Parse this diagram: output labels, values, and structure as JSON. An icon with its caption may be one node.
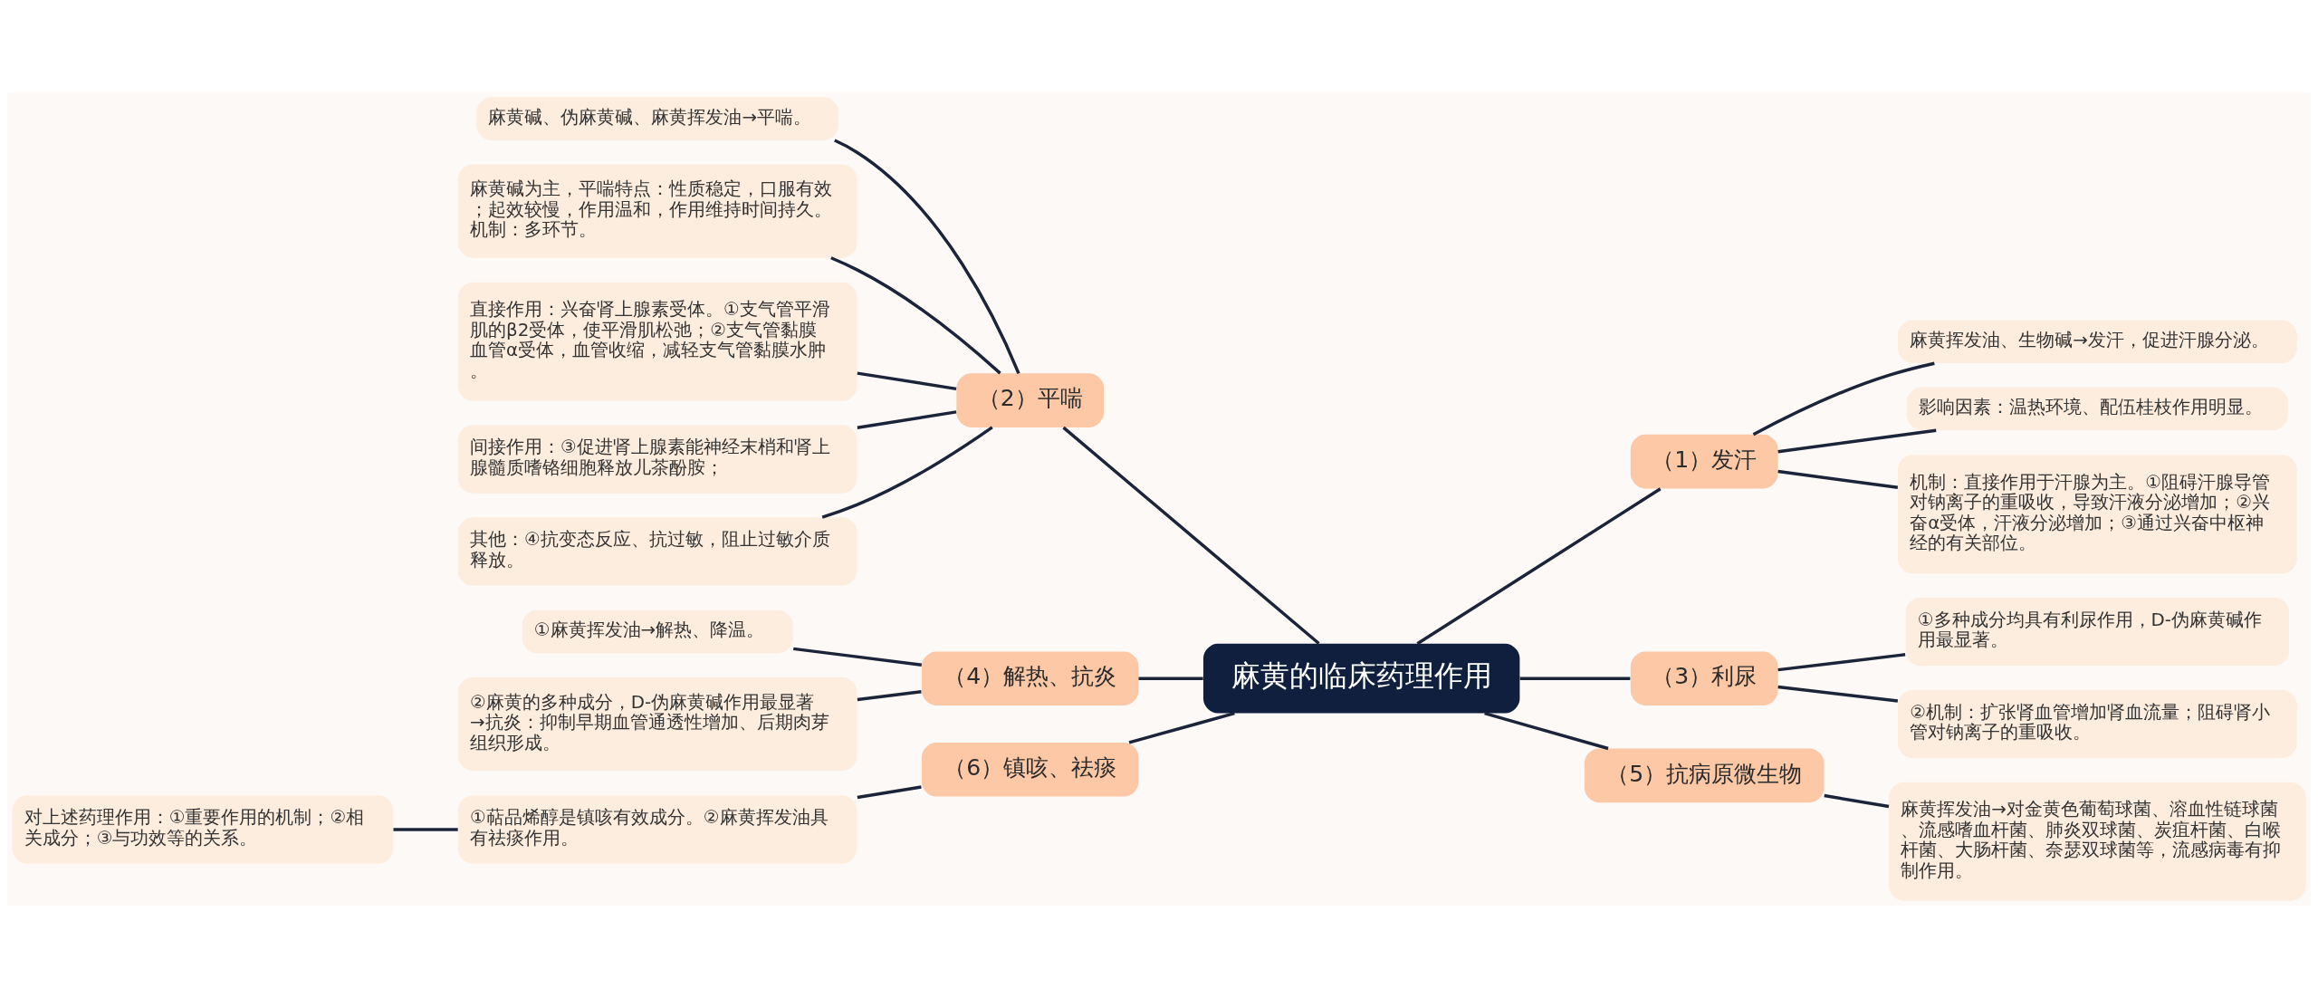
{
  "diagram": {
    "nodes": [
      {
        "text": [
          "麻黄的临床药理作用"
        ]
      },
      {
        "text": [
          "（1）发汗"
        ]
      },
      {
        "text": [
          "麻黄挥发油、生物碱→发汗，促进汗腺分泌。"
        ]
      },
      {
        "text": [
          "影响因素：温热环境、配伍桂枝作用明显。"
        ]
      },
      {
        "text": [
          "机制：直接作用于汗腺为主。①阻碍汗腺导管对钠离子的重吸收，导致汗液分泌增加；②兴奋α受体，汗液分泌增加；③通过兴奋中枢神经的有关部位。"
        ]
      },
      {
        "text": [
          "（2）平喘"
        ]
      },
      {
        "text": [
          "麻黄碱、伪麻黄碱、麻黄挥发油→平喘。"
        ]
      },
      {
        "text": [
          "麻黄碱为主，平喘特点：性质稳定，口服有效；起效较慢，作用温和，作用维持时间持久。机制：多环节。"
        ]
      },
      {
        "text": [
          "直接作用：兴奋肾上腺素受体。①支气管平滑肌的β2受体，使平滑肌松弛；②支气管黏膜血管α受体，血管收缩，减轻支气管黏膜水肿。"
        ]
      },
      {
        "text": [
          "间接作用：③促进肾上腺素能神经末梢和肾上腺髓质嗜铬细胞释放儿茶酚胺；"
        ]
      },
      {
        "text": [
          "其他：④抗变态反应、抗过敏，阻止过敏介质释放。"
        ]
      },
      {
        "text": [
          "（3）利尿"
        ]
      },
      {
        "text": [
          "①多种成分均具有利尿作用，D-伪麻黄碱作用最显著。"
        ]
      },
      {
        "text": [
          "②机制：扩张肾血管增加肾血流量；阻碍肾小管对钠离子的重吸收。"
        ]
      },
      {
        "text": [
          "（4）解热、抗炎"
        ]
      },
      {
        "text": [
          "①麻黄挥发油→解热、降温。"
        ]
      },
      {
        "text": [
          "②麻黄的多种成分，D-伪麻黄碱作用最显著→抗炎：抑制早期血管通透性增加、后期肉芽组织形成。"
        ]
      },
      {
        "text": [
          "（5）抗病原微生物"
        ]
      },
      {
        "text": [
          "麻黄挥发油→对金黄色葡萄球菌、溶血性链球菌、流感嗜血杆菌、肺炎双球菌、炭疽杆菌、白喉杆菌、大肠杆菌、奈瑟双球菌等，流感病毒有抑制作用。"
        ]
      },
      {
        "text": [
          "（6）镇咳、祛痰"
        ]
      },
      {
        "text": [
          "①萜品烯醇是镇咳有效成分。②麻黄挥发油具有祛痰作用。"
        ]
      },
      {
        "text": [
          "对上述药理作用：①重要作用的机制；②相关成分；③与功效等的关系。"
        ]
      }
    ],
    "edges": [
      {
        "from": 0,
        "to": 1,
        "arrow": "none"
      },
      {
        "from": 1,
        "to": 2,
        "arrow": "none"
      },
      {
        "from": 1,
        "to": 3,
        "arrow": "none"
      },
      {
        "from": 1,
        "to": 4,
        "arrow": "none"
      },
      {
        "from": 0,
        "to": 5,
        "arrow": "none"
      },
      {
        "from": 5,
        "to": 6,
        "arrow": "none"
      },
      {
        "from": 5,
        "to": 7,
        "arrow": "none"
      },
      {
        "from": 5,
        "to": 8,
        "arrow": "none"
      },
      {
        "from": 5,
        "to": 9,
        "arrow": "none"
      },
      {
        "from": 5,
        "to": 10,
        "arrow": "none"
      },
      {
        "from": 0,
        "to": 11,
        "arrow": "none"
      },
      {
        "from": 11,
        "to": 12,
        "arrow": "none"
      },
      {
        "from": 11,
        "to": 13,
        "arrow": "none"
      },
      {
        "from": 0,
        "to": 14,
        "arrow": "none"
      },
      {
        "from": 14,
        "to": 15,
        "arrow": "none"
      },
      {
        "from": 14,
        "to": 16,
        "arrow": "none"
      },
      {
        "from": 0,
        "to": 17,
        "arrow": "none"
      },
      {
        "from": 17,
        "to": 18,
        "arrow": "none"
      },
      {
        "from": 0,
        "to": 19,
        "arrow": "none"
      },
      {
        "from": 19,
        "to": 20,
        "arrow": "none"
      },
      {
        "from": 20,
        "to": 21,
        "arrow": "none"
      }
    ]
  }
}
